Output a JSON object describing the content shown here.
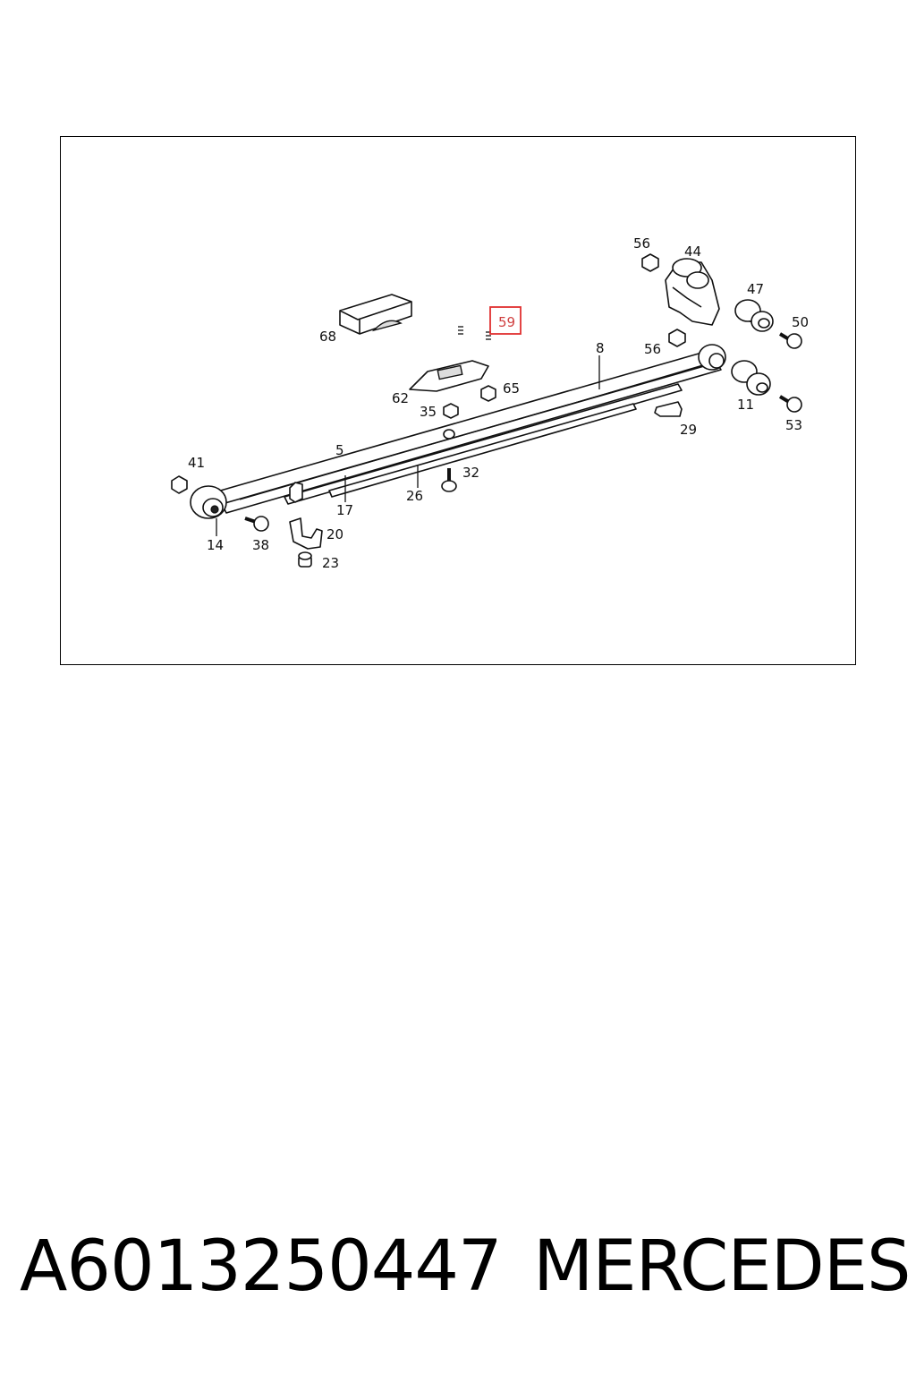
{
  "diagram": {
    "callouts": [
      {
        "id": "c56a",
        "text": "56"
      },
      {
        "id": "c44",
        "text": "44"
      },
      {
        "id": "c47",
        "text": "47"
      },
      {
        "id": "c50",
        "text": "50"
      },
      {
        "id": "c59",
        "text": "59",
        "highlighted": true
      },
      {
        "id": "c68",
        "text": "68"
      },
      {
        "id": "c8",
        "text": "8"
      },
      {
        "id": "c56b",
        "text": "56"
      },
      {
        "id": "c62",
        "text": "62"
      },
      {
        "id": "c65",
        "text": "65"
      },
      {
        "id": "c35",
        "text": "35"
      },
      {
        "id": "c11",
        "text": "11"
      },
      {
        "id": "c29",
        "text": "29"
      },
      {
        "id": "c53",
        "text": "53"
      },
      {
        "id": "c5",
        "text": "5"
      },
      {
        "id": "c41",
        "text": "41"
      },
      {
        "id": "c32",
        "text": "32"
      },
      {
        "id": "c26",
        "text": "26"
      },
      {
        "id": "c17",
        "text": "17"
      },
      {
        "id": "c14",
        "text": "14"
      },
      {
        "id": "c38",
        "text": "38"
      },
      {
        "id": "c20",
        "text": "20"
      },
      {
        "id": "c23",
        "text": "23"
      }
    ],
    "highlight_color": "#e03030"
  },
  "caption": {
    "part_number": "A6013250447",
    "brand": "MERCEDES"
  }
}
